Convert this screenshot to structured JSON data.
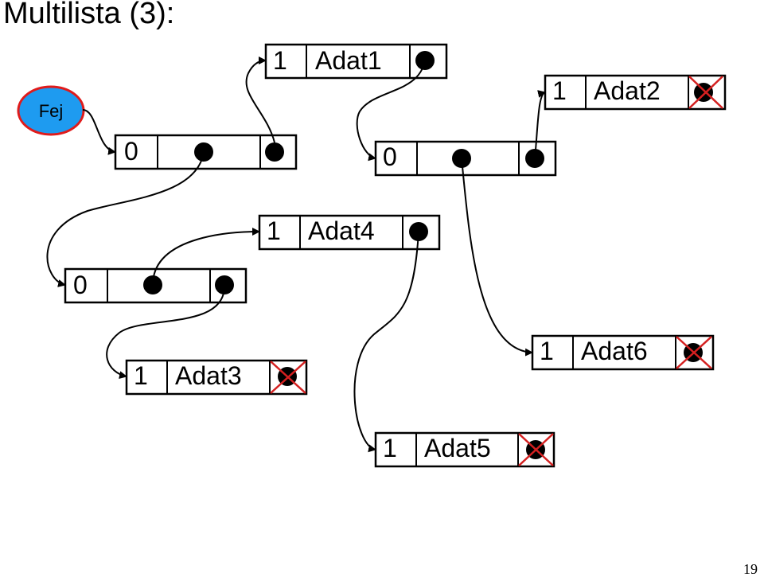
{
  "title": "Multilista (3):",
  "page_number": "19",
  "head": {
    "label": "Fej",
    "fill": "#1e9bf0",
    "border": "#e01b1b"
  },
  "colors": {
    "null_cross": "#d42020",
    "line": "#000000"
  },
  "structural_nodes": [
    {
      "id": "s1",
      "flag": "0"
    },
    {
      "id": "s2",
      "flag": "0"
    },
    {
      "id": "s3",
      "flag": "0"
    }
  ],
  "data_nodes": [
    {
      "id": "d1",
      "flag": "1",
      "value": "Adat1",
      "next_null": false
    },
    {
      "id": "d2",
      "flag": "1",
      "value": "Adat2",
      "next_null": true
    },
    {
      "id": "d3",
      "flag": "1",
      "value": "Adat3",
      "next_null": true
    },
    {
      "id": "d4",
      "flag": "1",
      "value": "Adat4",
      "next_null": false
    },
    {
      "id": "d5",
      "flag": "1",
      "value": "Adat5",
      "next_null": true
    },
    {
      "id": "d6",
      "flag": "1",
      "value": "Adat6",
      "next_null": true
    }
  ],
  "links": [
    {
      "from": "Fej",
      "to": "s1"
    },
    {
      "from": "s1.sub",
      "to": "s3"
    },
    {
      "from": "s1.next",
      "to": "d1"
    },
    {
      "from": "d1.next",
      "to": "s2"
    },
    {
      "from": "s2.sub",
      "to": "d6"
    },
    {
      "from": "s2.next",
      "to": "d2"
    },
    {
      "from": "s3.sub",
      "to": "d4"
    },
    {
      "from": "s3.next",
      "to": "d3"
    },
    {
      "from": "d4.next",
      "to": "d5"
    }
  ]
}
